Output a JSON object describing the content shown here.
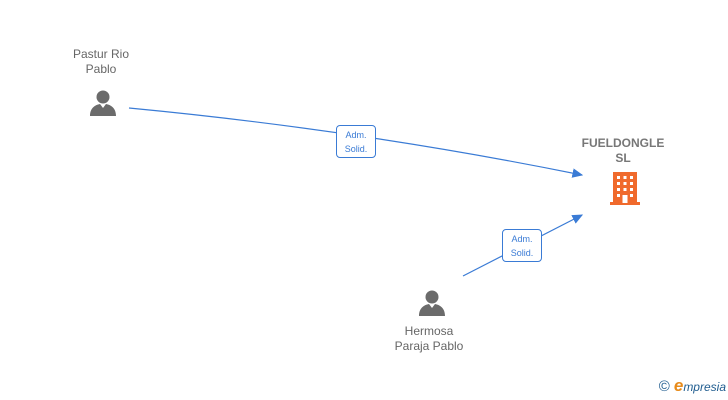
{
  "nodes": {
    "person_1": {
      "label_line1": "Pastur Rio",
      "label_line2": "Pablo"
    },
    "person_2": {
      "label_line1": "Hermosa",
      "label_line2": "Paraja Pablo"
    },
    "company": {
      "label_line1": "FUELDONGLE",
      "label_line2": "SL"
    }
  },
  "edges": [
    {
      "label_line1": "Adm.",
      "label_line2": "Solid."
    },
    {
      "label_line1": "Adm.",
      "label_line2": "Solid."
    }
  ],
  "colors": {
    "edge": "#3a7bd5",
    "person_icon": "#6b6b6b",
    "company_icon": "#f06a2c"
  },
  "brand": {
    "copyright": "©",
    "name_initial": "e",
    "name_rest": "mpresia"
  }
}
